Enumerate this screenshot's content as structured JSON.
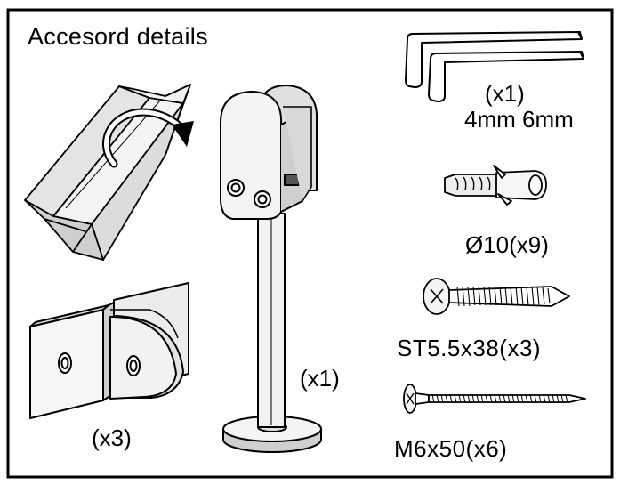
{
  "title": "Accesord details",
  "items": {
    "hex_wrenches": {
      "quantity": "(x1)",
      "sizes": "4mm 6mm",
      "icon": "hex-key-icon"
    },
    "wall_anchor": {
      "label": "Ø10(x9)",
      "icon": "wall-plug-icon"
    },
    "screw_st": {
      "label": "ST5.5x38(x3)",
      "icon": "cross-head-screw-icon"
    },
    "screw_m6": {
      "label": "M6x50(x6)",
      "icon": "machine-screw-icon"
    },
    "post_clamp": {
      "quantity": "(x1)",
      "icon": "standoff-glass-clamp-icon"
    },
    "wall_clamp": {
      "quantity": "(x3)",
      "icon": "angle-glass-clamp-icon"
    },
    "protective_sheet": {
      "icon": "protective-profile-icon"
    }
  },
  "colors": {
    "line": "#000000",
    "background": "#ffffff",
    "shade": "#d8d8d8",
    "light_shade": "#ececec",
    "dark_shade": "#a8a8a8"
  }
}
